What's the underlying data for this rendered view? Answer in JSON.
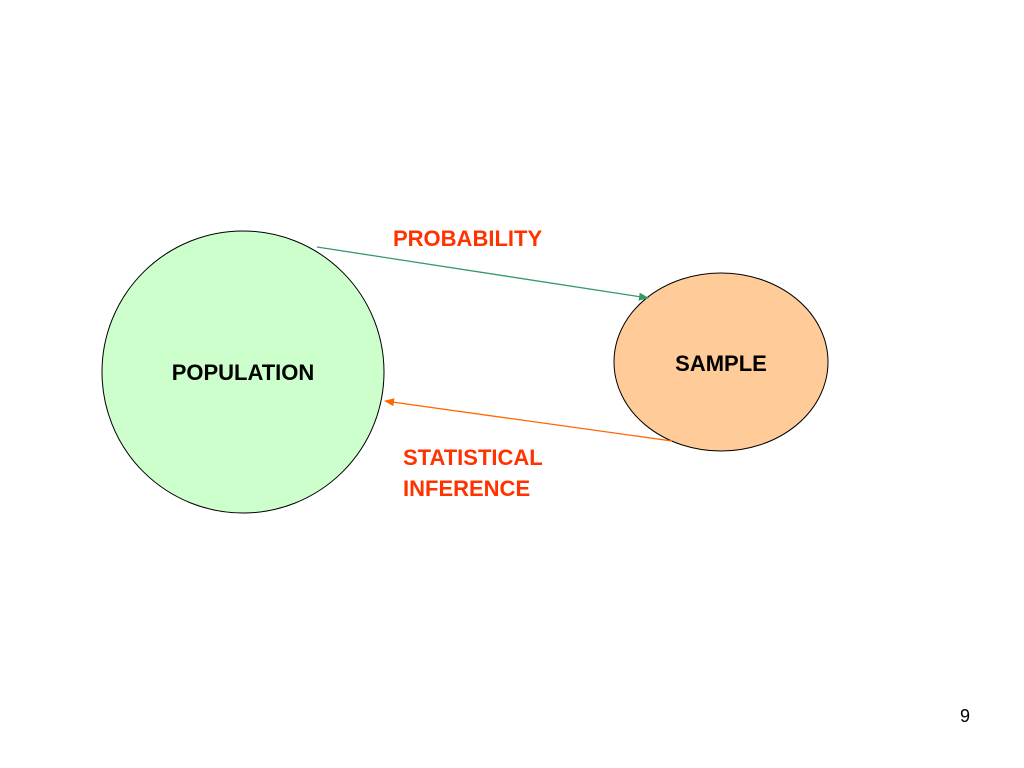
{
  "diagram": {
    "nodes": [
      {
        "id": "population",
        "label": "POPULATION",
        "fill": "#CCFFCC",
        "stroke": "#000000"
      },
      {
        "id": "sample",
        "label": "SAMPLE",
        "fill": "#FFCC99",
        "stroke": "#000000"
      }
    ],
    "edges": [
      {
        "from": "population",
        "to": "sample",
        "label": "PROBABILITY",
        "color": "#339966",
        "label_color": "#FF3300"
      },
      {
        "from": "sample",
        "to": "population",
        "label_lines": [
          "STATISTICAL",
          "INFERENCE"
        ],
        "color": "#FF6600",
        "label_color": "#FF3300"
      }
    ]
  },
  "page_number": "9"
}
